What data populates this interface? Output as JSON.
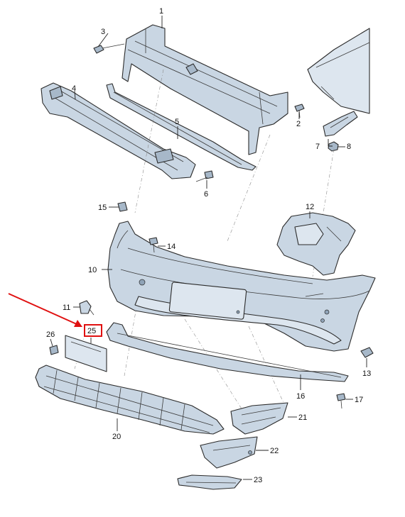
{
  "diagram": {
    "callouts": [
      {
        "id": "1",
        "label": "1"
      },
      {
        "id": "2",
        "label": "2"
      },
      {
        "id": "3",
        "label": "3"
      },
      {
        "id": "4",
        "label": "4"
      },
      {
        "id": "5",
        "label": "5"
      },
      {
        "id": "6",
        "label": "6"
      },
      {
        "id": "7",
        "label": "7"
      },
      {
        "id": "8",
        "label": "8"
      },
      {
        "id": "10",
        "label": "10"
      },
      {
        "id": "11",
        "label": "11"
      },
      {
        "id": "12",
        "label": "12"
      },
      {
        "id": "13",
        "label": "13"
      },
      {
        "id": "14",
        "label": "14"
      },
      {
        "id": "15",
        "label": "15"
      },
      {
        "id": "16",
        "label": "16"
      },
      {
        "id": "17",
        "label": "17"
      },
      {
        "id": "20",
        "label": "20"
      },
      {
        "id": "21",
        "label": "21"
      },
      {
        "id": "22",
        "label": "22"
      },
      {
        "id": "23",
        "label": "23"
      },
      {
        "id": "25",
        "label": "25"
      },
      {
        "id": "26",
        "label": "26"
      }
    ],
    "highlight": {
      "callout": "25",
      "color": "#e01010"
    },
    "arrow_color": "#e01010"
  }
}
